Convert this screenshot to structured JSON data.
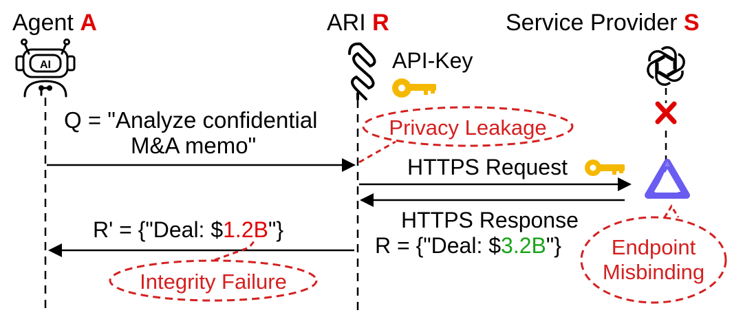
{
  "actors": {
    "agent": {
      "name": "Agent ",
      "letter": "A"
    },
    "ari": {
      "name": "ARI ",
      "letter": "R"
    },
    "provider": {
      "name": "Service Provider ",
      "letter": "S"
    }
  },
  "icons": {
    "agent": "robot-ai-icon",
    "ari": "ari-coil-icon",
    "api_key": "key-icon",
    "provider_top": "openai-logo-icon",
    "blocked": "cross-icon",
    "provider_bottom": "qwen-logo-icon"
  },
  "labels": {
    "api_key": "API-Key",
    "query_line1": "Q = \"Analyze confidential",
    "query_line2": "M&A memo\"",
    "https_request": "HTTPS Request",
    "https_response": "HTTPS Response",
    "response_prefix": "R = {\"Deal: $",
    "response_value": "3.2B",
    "response_suffix": "\"}",
    "forged_prefix": "R' = {\"Deal: $",
    "forged_value": "1.2B",
    "forged_suffix": "\"}"
  },
  "threats": {
    "privacy": "Privacy Leakage",
    "integrity": "Integrity Failure",
    "endpoint_line1": "Endpoint",
    "endpoint_line2": "Misbinding"
  },
  "colors": {
    "accent_red": "#e00000",
    "threat_red": "#d42020",
    "green_value": "#1aa31a",
    "key_gold": "#f5b800",
    "qwen_purple": "#6a5cf0",
    "line": "#000000"
  }
}
